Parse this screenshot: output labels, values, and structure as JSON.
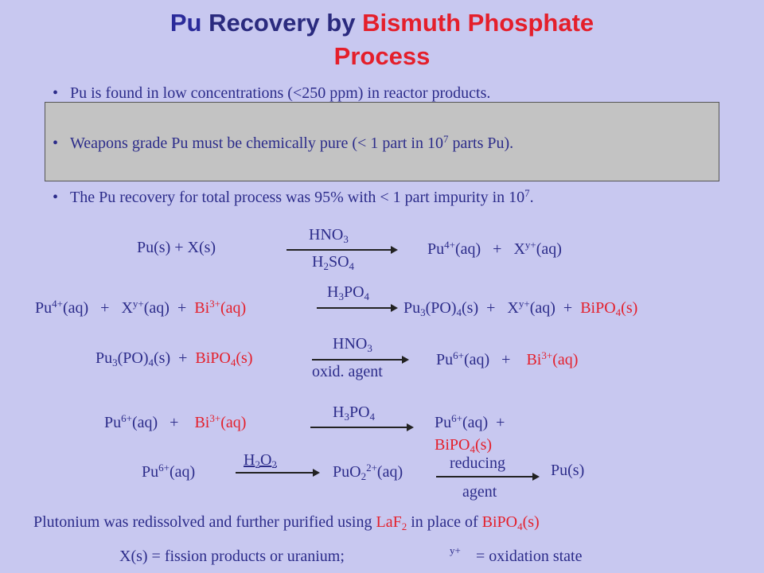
{
  "title": {
    "pu": "Pu",
    "middle": " Recovery by ",
    "highlight": "Bismuth Phosphate",
    "line2": "Process"
  },
  "bullets": [
    "Pu is found in low concentrations (<250 ppm) in reactor products.",
    "Weapons grade Pu must be chemically pure (< 1 part in 10",
    "The Pu recovery for total process was 95% with < 1 part impurity in 10"
  ],
  "bullet2_tail": " parts Pu).",
  "bullet3_tail": ".",
  "exp7": "7",
  "bullet_symbol": "•",
  "reactions": {
    "r1": {
      "left": "Pu(s)  +  X(s)",
      "top": "HNO",
      "bottom": "H",
      "right_pu": "Pu",
      "right_rest": "(aq)   +   X",
      "right_end": "(aq)"
    },
    "cond_sub3": "3",
    "cond_sub2": "2",
    "cond_sub4": "4",
    "so": "SO",
    "charges": {
      "pu4": "4+",
      "xy": "y+",
      "bi3": "3+",
      "pu6": "6+",
      "o2": "2+"
    }
  },
  "footnote": {
    "plutonium": "Plutonium was redissolved and further purified using ",
    "laf": "LaF",
    "laf_sub": "2",
    "in_place": " in place of ",
    "bipo": "BiPO",
    "bipo_sub": "4",
    "bipo_end": "(s)",
    "x_def": "X(s)  =  fission products or uranium;",
    "yplus": "y+",
    "ox_def": "=  oxidation state"
  },
  "labels": {
    "hno": "HNO",
    "h": "H",
    "hpo": "H",
    "po": "PO",
    "oxid": "oxid. agent",
    "reducing": "reducing",
    "agent": "agent",
    "hoo": "H",
    "o": "O",
    "puo": "PuO",
    "pus": "Pu(s)",
    "biplus": "Bi",
    "aq": "(aq)",
    "pu": "Pu",
    "x": "X",
    "pu3po4": "Pu",
    "po4s": "(PO)",
    "s": "(s)",
    "bipo4": "BiPO"
  }
}
